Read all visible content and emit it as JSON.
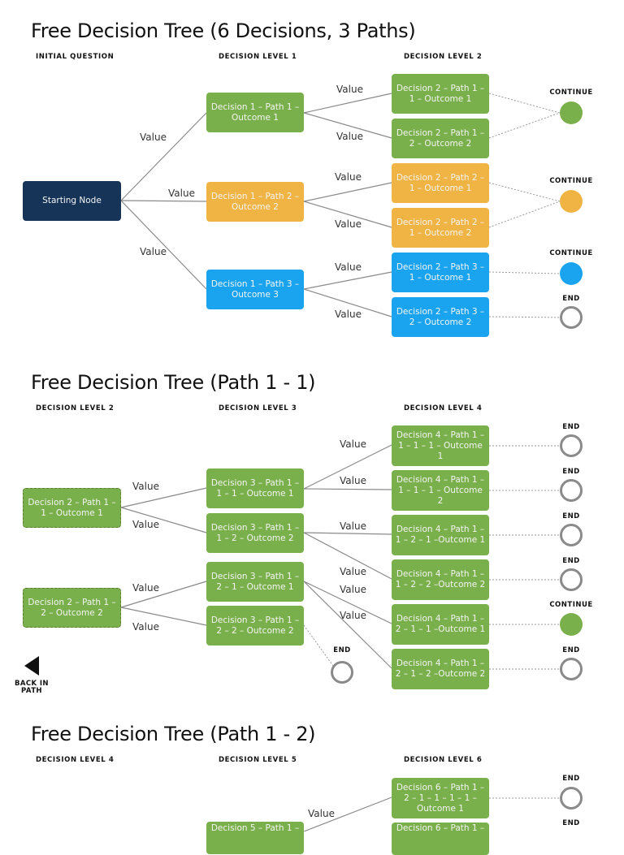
{
  "section1": {
    "title": "Free Decision Tree (6 Decisions, 3 Paths)",
    "col1": "INITIAL QUESTION",
    "col2": "DECISION LEVEL 1",
    "col3": "DECISION LEVEL 2",
    "start": "Starting Node",
    "d1": [
      "Decision 1 – Path 1 – Outcome 1",
      "Decision 1 – Path 2 – Outcome 2",
      "Decision 1 – Path 3 – Outcome 3"
    ],
    "d2": [
      "Decision 2 – Path 1 – 1 – Outcome 1",
      "Decision 2 – Path 1 – 2 – Outcome 2",
      "Decision 2 – Path 2 – 1 – Outcome 1",
      "Decision 2 – Path 2 – 1 – Outcome 2",
      "Decision 2 – Path 3 – 1 – Outcome 1",
      "Decision 2 – Path 3 – 2 – Outcome 2"
    ],
    "ends": [
      "CONTINUE",
      "CONTINUE",
      "CONTINUE",
      "END"
    ]
  },
  "section2": {
    "title": "Free Decision Tree (Path 1 - 1)",
    "col1": "DECISION LEVEL 2",
    "col2": "DECISION LEVEL 3",
    "col3": "DECISION LEVEL 4",
    "d2": [
      "Decision 2 – Path 1 – 1 – Outcome 1",
      "Decision 2 – Path 1 – 2 – Outcome 2"
    ],
    "d3": [
      "Decision 3 – Path 1 – 1 – 1 – Outcome 1",
      "Decision 3 – Path 1 – 1 – 2 – Outcome 2",
      "Decision 3 – Path 1 – 2 – 1 – Outcome 1",
      "Decision 3 – Path 1 – 2 – 2 – Outcome 2"
    ],
    "d4": [
      "Decision 4 – Path 1 – 1 – 1 – 1 – Outcome 1",
      "Decision 4 – Path 1 – 1 – 1 – 1 – Outcome 2",
      "Decision 4 – Path 1 – 1 – 2 – 1 –Outcome 1",
      "Decision 4 – Path 1 – 1 – 2 – 2 –Outcome 2",
      "Decision 4 – Path 1 – 2 – 1 – 1 –Outcome 1",
      "Decision 4 – Path 1 – 2 – 1 – 2 –Outcome 2"
    ],
    "ends": [
      "END",
      "END",
      "END",
      "END",
      "CONTINUE",
      "END"
    ],
    "mid_end": "END",
    "back": "BACK IN PATH"
  },
  "section3": {
    "title": "Free Decision Tree (Path 1 - 2)",
    "col1": "DECISION LEVEL 4",
    "col2": "DECISION LEVEL 5",
    "col3": "DECISION LEVEL 6",
    "d5": [
      "Decision 5 – Path 1 –"
    ],
    "d6": [
      "Decision 6 – Path 1 – 2 – 1 – 1 – 1 – 1 – Outcome 1",
      "Decision 6 – Path 1 –"
    ],
    "ends": [
      "END",
      "END"
    ]
  },
  "value_label": "Value",
  "colors": {
    "green": "#7ab04b",
    "orange": "#efb443",
    "blue": "#1aa4ef",
    "navy": "#163457",
    "end_ring": "#8a8a8a"
  },
  "icons": {
    "back": "left-triangle-icon"
  }
}
